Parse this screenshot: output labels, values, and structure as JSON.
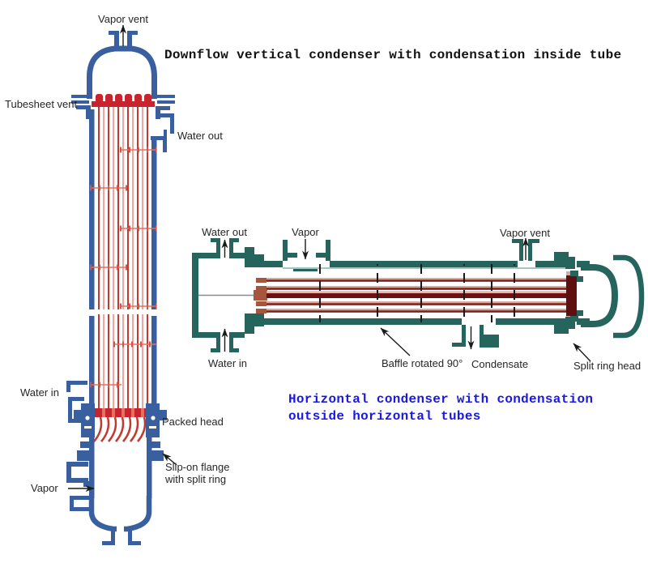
{
  "titles": {
    "vertical": "Downflow vertical condenser with condensation inside tube",
    "horizontal_line1": "Horizontal condenser with condensation",
    "horizontal_line2": "outside horizontal tubes"
  },
  "vertical_condenser": {
    "vapor_vent": "Vapor vent",
    "tubesheet_vent": "Tubesheet vent",
    "water_out": "Water out",
    "water_in": "Water in",
    "packed_head": "Packed head",
    "slip_on_flange_line1": "Slip-on flange",
    "slip_on_flange_line2": "with split ring",
    "vapor": "Vapor"
  },
  "horizontal_condenser": {
    "water_out": "Water out",
    "vapor": "Vapor",
    "vapor_vent": "Vapor vent",
    "water_in": "Water in",
    "baffle": "Baffle rotated 90°",
    "condensate": "Condensate",
    "split_ring_head": "Split ring head"
  },
  "colors": {
    "vertical_shell_blue": "#3A5F9E",
    "tube_red": "#C9232D",
    "tube_red_light": "#F0A49B",
    "baffle_salmon": "#E4705F",
    "horizontal_shell_teal": "#26655E",
    "horizontal_tube_dark": "#7B221C",
    "horizontal_tube_light": "#DCA89B",
    "tubesheet_brown": "#A5573E",
    "tubesheet_dark_red": "#5E0F10",
    "caption_blue": "#1A18E6",
    "label_text": "#262626"
  }
}
